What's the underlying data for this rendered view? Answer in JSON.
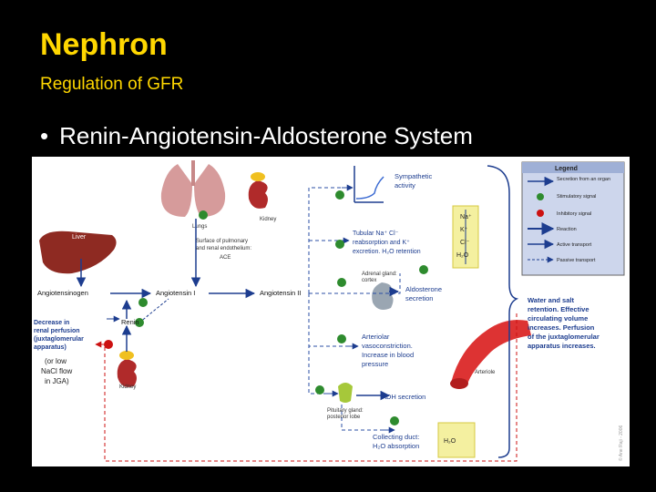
{
  "slide": {
    "title": "Nephron",
    "subtitle": "Regulation of GFR",
    "bullet": "Renin-Angiotensin-Aldosterone System"
  },
  "diagram": {
    "liver": "Liver",
    "lungs": "Lungs",
    "kidney_top": "Kidney",
    "kidney_bottom": "Kidney",
    "ace_note": [
      "Surface of pulmonary",
      "and renal endothelium:",
      "ACE"
    ],
    "angiotensinogen": "Angiotensinogen",
    "angiotensin1": "Angiotensin I",
    "angiotensin2": "Angiotensin II",
    "renin": "Renin",
    "decrease": [
      "Decrease in",
      "renal perfusion",
      "(juxtaglomerular",
      "apparatus)"
    ],
    "nacl": [
      "(or low",
      "NaCl flow",
      "in JGA)"
    ],
    "sympathetic": [
      "Sympathetic",
      "activity"
    ],
    "tubular": [
      "Tubular Na⁺ Cl⁻",
      "reabsorption and K⁺",
      "excretion. H₂O retention"
    ],
    "ions": [
      "Na⁺",
      "K⁺",
      "Cl⁻",
      "H₂O"
    ],
    "adrenal": [
      "Adrenal gland:",
      "cortex"
    ],
    "aldosterone": [
      "Aldosterone",
      "secretion"
    ],
    "arteriolar": [
      "Arteriolar",
      "vasoconstriction.",
      "Increase in blood",
      "pressure"
    ],
    "arteriole": "Arteriole",
    "adh": "ADH secretion",
    "pituitary": [
      "Pituitary gland:",
      "posterior lobe"
    ],
    "collecting": [
      "Collecting duct:",
      "H₂O absorption"
    ],
    "h2o": "H₂O",
    "result": [
      "Water and salt",
      "retention. Effective",
      "circulating volume",
      "increases. Perfusion",
      "of the juxtaglomerular",
      "apparatus increases."
    ],
    "legend_title": "Legend",
    "legend": [
      "Secretion from an organ",
      "Stimulatory signal",
      "Inhibitory signal",
      "Reaction",
      "Active transport",
      "Passive transport"
    ],
    "copyright": "© Ane Raji - 2006",
    "colors": {
      "arrow_blue": "#1d3d8f",
      "dashed_blue": "#2b4fa6",
      "inhibit_red": "#cc1111",
      "stim_green": "#2e8b2e",
      "legend_bg": "#cdd6ec",
      "organ_red": "#b02a2a"
    }
  }
}
